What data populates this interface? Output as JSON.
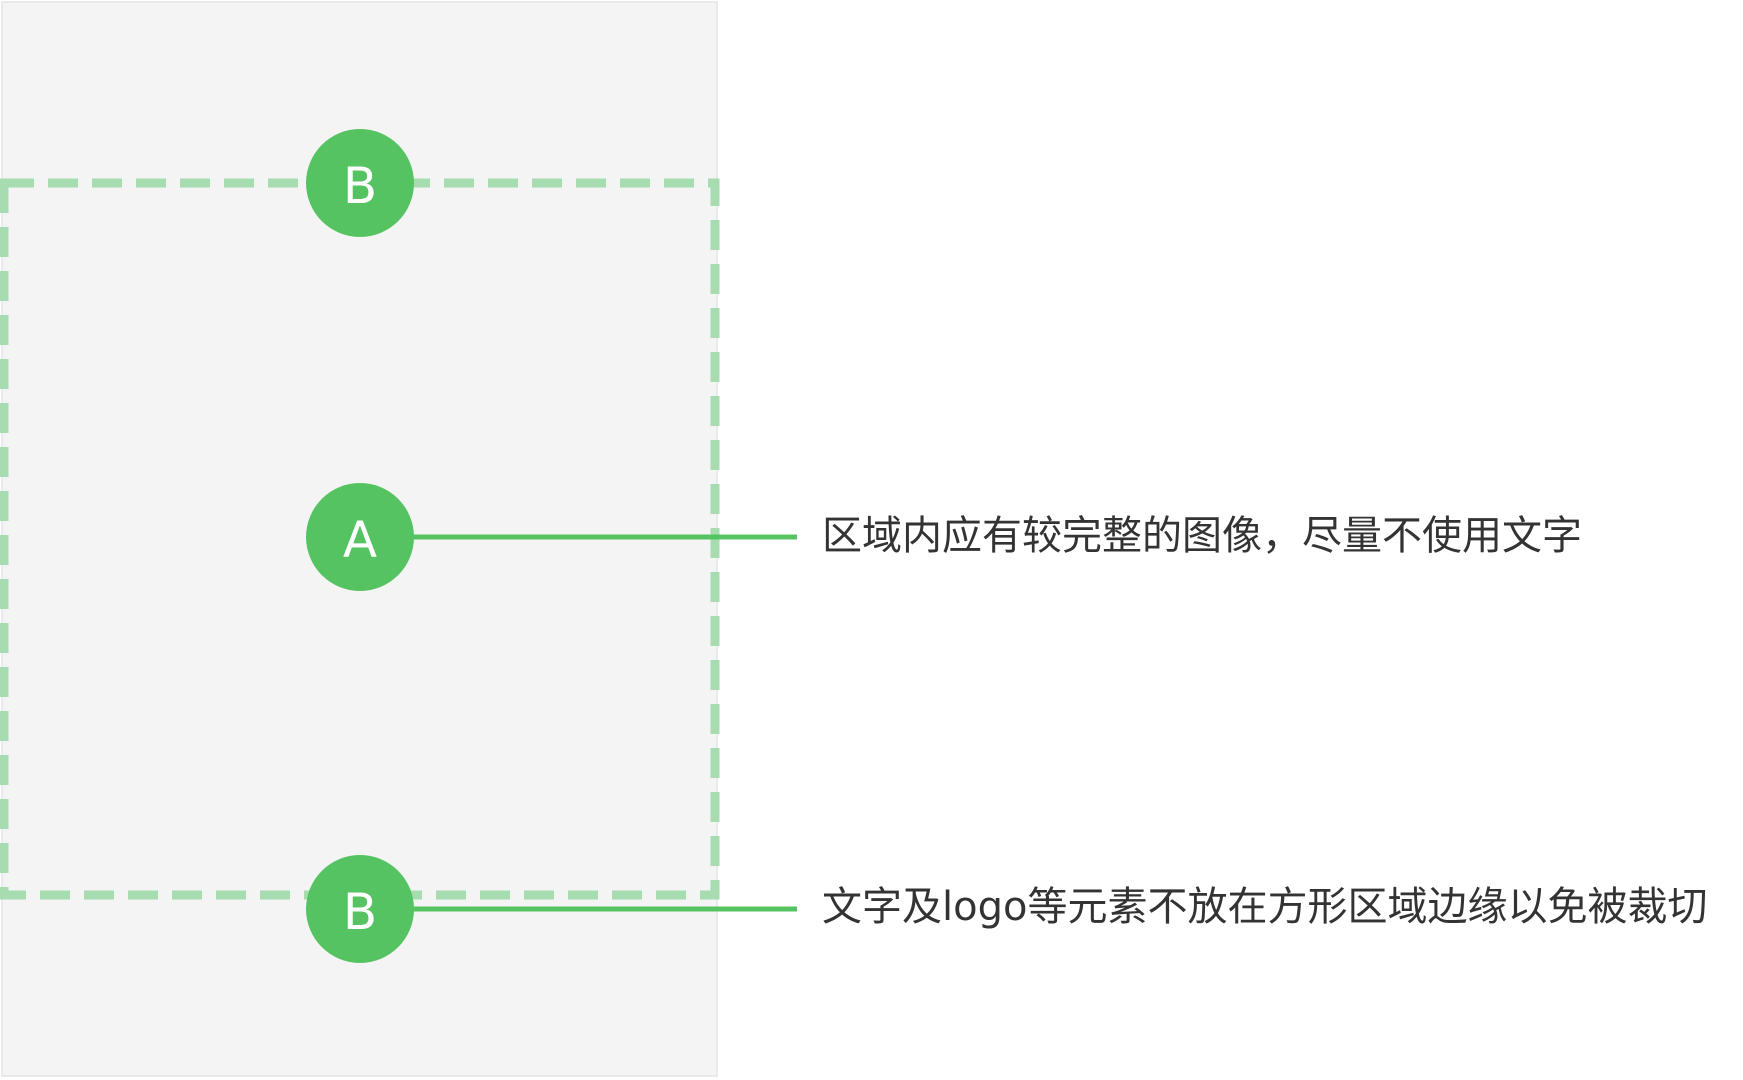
{
  "colors": {
    "accent": "#55c361",
    "safe_zone_dash": "#a6dcb0",
    "canvas_bg": "#f4f4f4",
    "text": "#333333"
  },
  "badges": {
    "top": "B",
    "middle": "A",
    "bottom": "B"
  },
  "annotations": {
    "a": "区域内应有较完整的图像，尽量不使用文字",
    "b": "文字及logo等元素不放在方形区域边缘以免被裁切"
  }
}
